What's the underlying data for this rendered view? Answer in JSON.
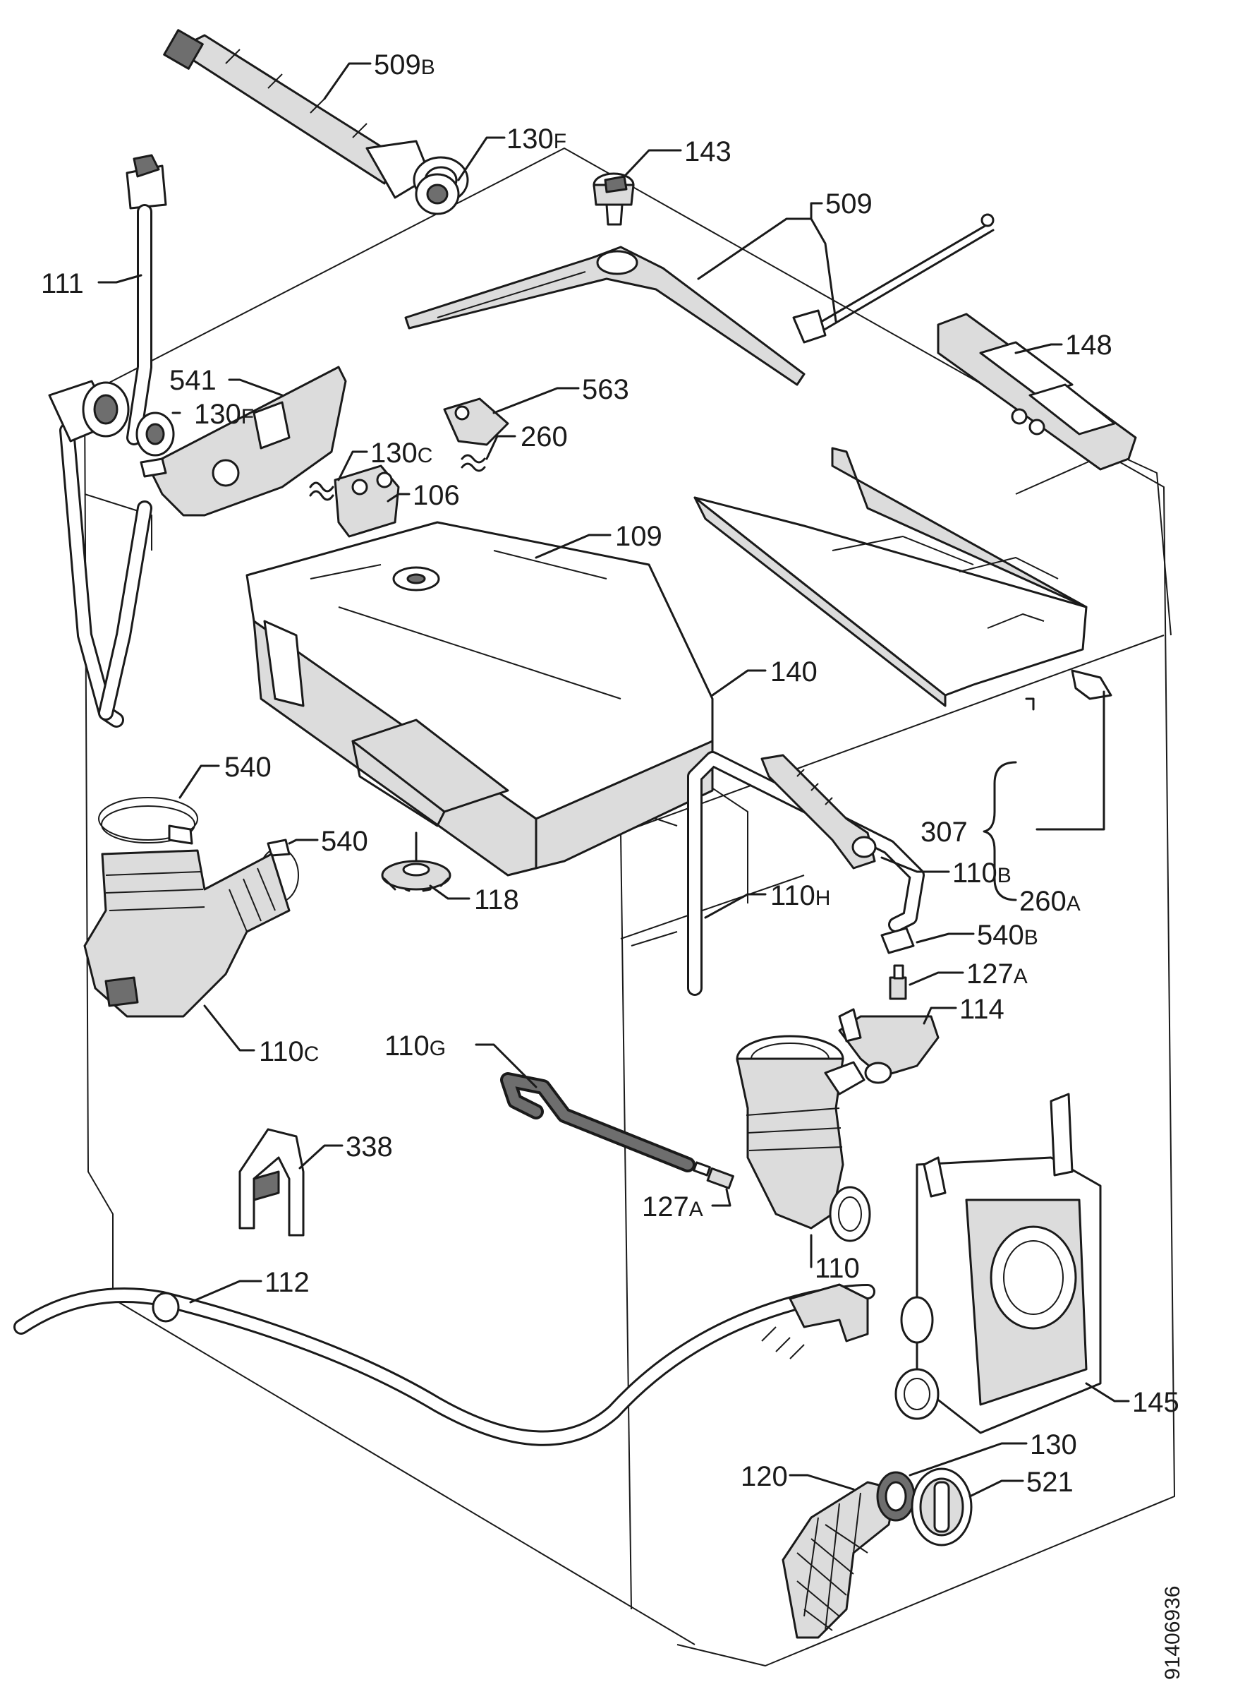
{
  "labels": {
    "l509b": {
      "main": "509",
      "sub": "B"
    },
    "l130f_top": {
      "main": "130",
      "sub": "F"
    },
    "l143": {
      "main": "143",
      "sub": ""
    },
    "l509": {
      "main": "509",
      "sub": ""
    },
    "l111": {
      "main": "111",
      "sub": ""
    },
    "l148": {
      "main": "148",
      "sub": ""
    },
    "l541": {
      "main": "541",
      "sub": ""
    },
    "l130f": {
      "main": "130",
      "sub": "F"
    },
    "l563": {
      "main": "563",
      "sub": ""
    },
    "l260": {
      "main": "260",
      "sub": ""
    },
    "l130c": {
      "main": "130",
      "sub": "C"
    },
    "l106": {
      "main": "106",
      "sub": ""
    },
    "l109": {
      "main": "109",
      "sub": ""
    },
    "l140": {
      "main": "140",
      "sub": ""
    },
    "l540_top": {
      "main": "540",
      "sub": ""
    },
    "l540_mid": {
      "main": "540",
      "sub": ""
    },
    "l307": {
      "main": "307",
      "sub": ""
    },
    "l260a": {
      "main": "260",
      "sub": "A"
    },
    "l110b": {
      "main": "110",
      "sub": "B"
    },
    "l118": {
      "main": "118",
      "sub": ""
    },
    "l110h": {
      "main": "110",
      "sub": "H"
    },
    "l540b": {
      "main": "540",
      "sub": "B"
    },
    "l127a_top": {
      "main": "127",
      "sub": "A"
    },
    "l114": {
      "main": "114",
      "sub": ""
    },
    "l110c": {
      "main": "110",
      "sub": "C"
    },
    "l110g": {
      "main": "110",
      "sub": "G"
    },
    "l338": {
      "main": "338",
      "sub": ""
    },
    "l127a_bot": {
      "main": "127",
      "sub": "A"
    },
    "l110": {
      "main": "110",
      "sub": ""
    },
    "l112": {
      "main": "112",
      "sub": ""
    },
    "l145": {
      "main": "145",
      "sub": ""
    },
    "l130": {
      "main": "130",
      "sub": ""
    },
    "l120": {
      "main": "120",
      "sub": ""
    },
    "l521": {
      "main": "521",
      "sub": ""
    }
  },
  "drawing_code": "91406936"
}
